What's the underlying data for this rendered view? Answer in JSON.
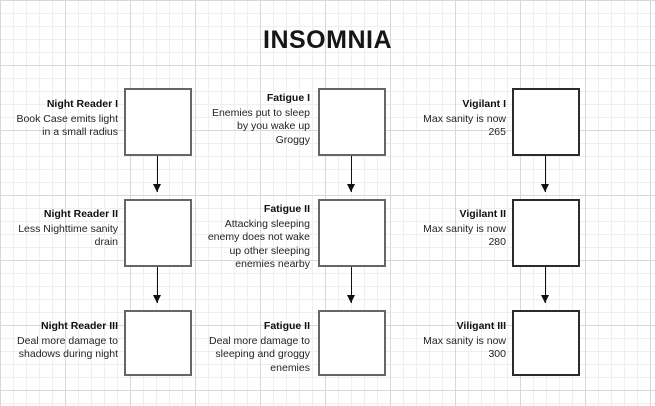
{
  "title": "INSOMNIA",
  "columns": [
    {
      "key": "night-reader",
      "nodes": [
        {
          "name": "Night Reader I",
          "desc": "Book Case emits light in a small radius"
        },
        {
          "name": "Night Reader II",
          "desc": "Less Nighttime sanity drain"
        },
        {
          "name": "Night Reader III",
          "desc": "Deal more damage to shadows during night"
        }
      ]
    },
    {
      "key": "fatigue",
      "nodes": [
        {
          "name": "Fatigue I",
          "desc": "Enemies put to sleep by you wake up Groggy"
        },
        {
          "name": "Fatigue II",
          "desc": "Attacking sleeping enemy does not wake up other sleeping enemies nearby"
        },
        {
          "name": "Fatigue II",
          "desc": "Deal more damage to sleeping and groggy enemies"
        }
      ]
    },
    {
      "key": "vigilant",
      "nodes": [
        {
          "name": "Vigilant I",
          "desc": "Max sanity is now 265"
        },
        {
          "name": "Vigilant II",
          "desc": "Max sanity is now 280"
        },
        {
          "name": "Viligant III",
          "desc": "Max sanity is now 300"
        }
      ]
    }
  ],
  "colors": {
    "title_text": "#161616",
    "box_border_gray": "#666666",
    "box_border_dark": "#2b2b2b",
    "connector": "#111111",
    "grid_major": "#d8d8d8",
    "grid_minor": "#efefef",
    "background": "#ffffff"
  }
}
